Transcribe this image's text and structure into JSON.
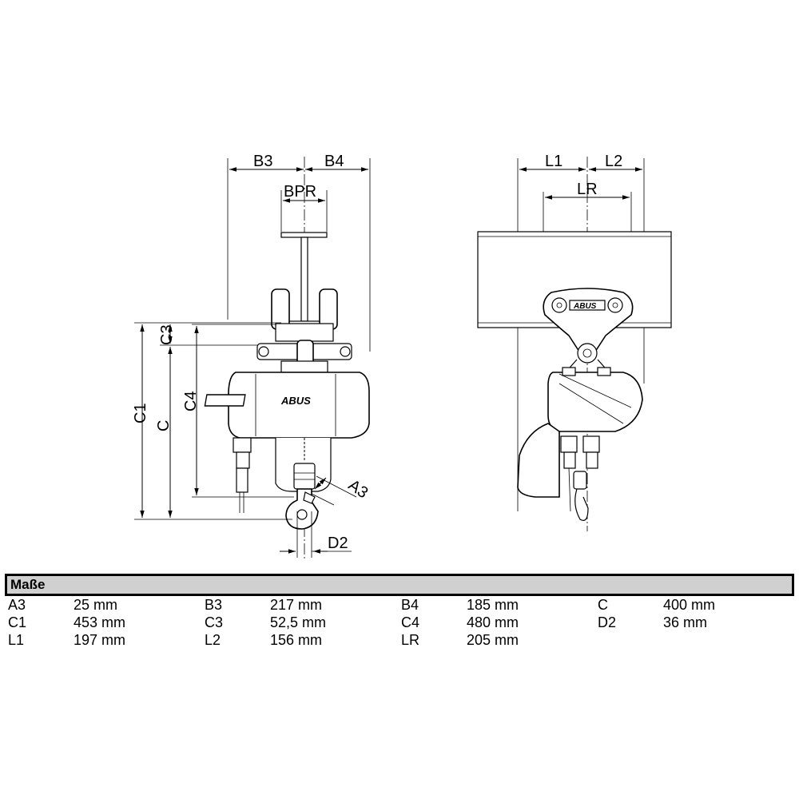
{
  "drawing": {
    "front_view": {
      "labels": {
        "b3": "B3",
        "b4": "B4",
        "bpr": "BPR",
        "c1": "C1",
        "c": "C",
        "c3": "C3",
        "c4": "C4",
        "a3": "A3",
        "d2": "D2",
        "brand": "ABUS"
      }
    },
    "side_view": {
      "labels": {
        "l1": "L1",
        "l2": "L2",
        "lr": "LR",
        "brand": "ABUS"
      }
    }
  },
  "spec": {
    "title": "Maße",
    "rows": [
      [
        {
          "key": "A3",
          "value": "25 mm"
        },
        {
          "key": "B3",
          "value": "217 mm"
        },
        {
          "key": "B4",
          "value": "185 mm"
        },
        {
          "key": "C",
          "value": "400 mm"
        }
      ],
      [
        {
          "key": "C1",
          "value": "453 mm"
        },
        {
          "key": "C3",
          "value": "52,5 mm"
        },
        {
          "key": "C4",
          "value": "480 mm"
        },
        {
          "key": "D2",
          "value": "36 mm"
        }
      ],
      [
        {
          "key": "L1",
          "value": "197 mm"
        },
        {
          "key": "L2",
          "value": "156 mm"
        },
        {
          "key": "LR",
          "value": "205 mm"
        }
      ]
    ]
  }
}
